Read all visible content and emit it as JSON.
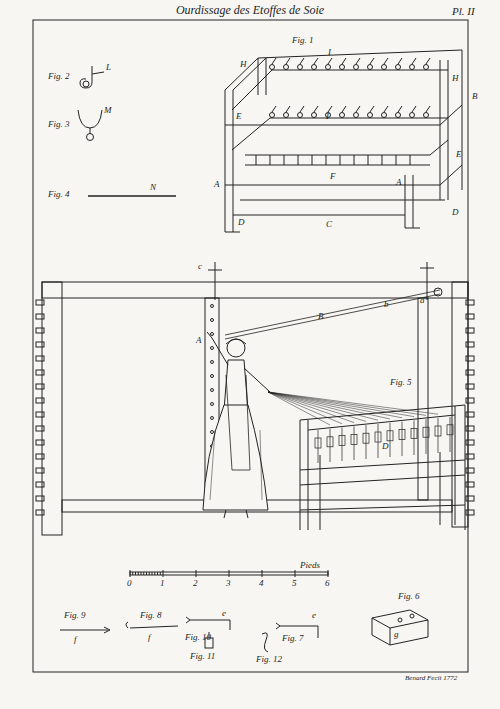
{
  "diagram": {
    "title": "Ourdissage des Etoffes de Soie",
    "labels": [
      "Pl. II",
      "Fig. 1",
      "I",
      "H",
      "H",
      "I",
      "B",
      "E",
      "E",
      "F",
      "A",
      "A",
      "D",
      "D",
      "C",
      "Fig. 2",
      "L",
      "Fig. 3",
      "M",
      "Fig. 4",
      "N",
      "c",
      "A",
      "B",
      "b",
      "a",
      "Fig. 5",
      "D",
      "0",
      "1",
      "2",
      "3",
      "4",
      "5",
      "6",
      "Pieds",
      "Fig. 9",
      "f",
      "Fig. 8",
      "f",
      "e",
      "Fig. 10",
      "e",
      "Fig. 7",
      "Fig. 6",
      "g",
      "Fig. 11",
      "Fig. 12",
      "Benard Fecit 1772"
    ]
  }
}
